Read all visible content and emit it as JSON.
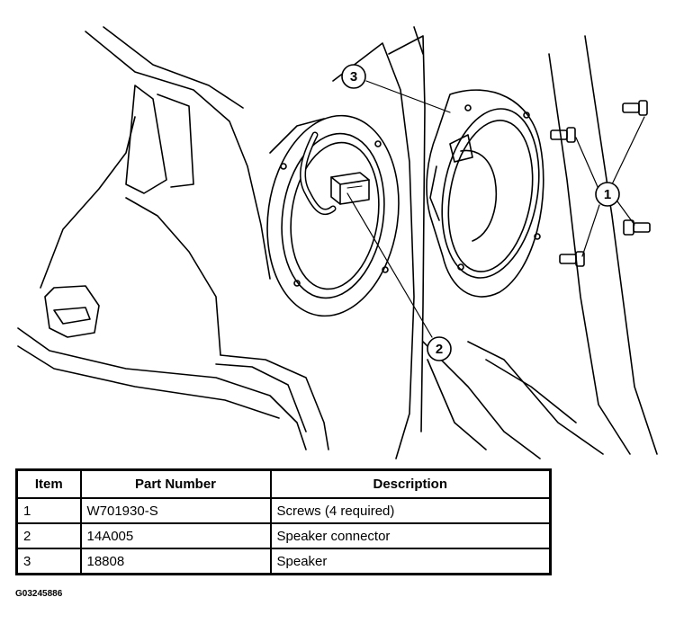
{
  "diagram": {
    "callouts": [
      {
        "label": "1"
      },
      {
        "label": "2"
      },
      {
        "label": "3"
      }
    ]
  },
  "parts_table": {
    "headers": [
      "Item",
      "Part Number",
      "Description"
    ],
    "rows": [
      {
        "item": "1",
        "part_number": "W701930-S",
        "description": "Screws (4 required)"
      },
      {
        "item": "2",
        "part_number": "14A005",
        "description": "Speaker connector"
      },
      {
        "item": "3",
        "part_number": "18808",
        "description": "Speaker"
      }
    ]
  },
  "figure_id": "G03245886"
}
